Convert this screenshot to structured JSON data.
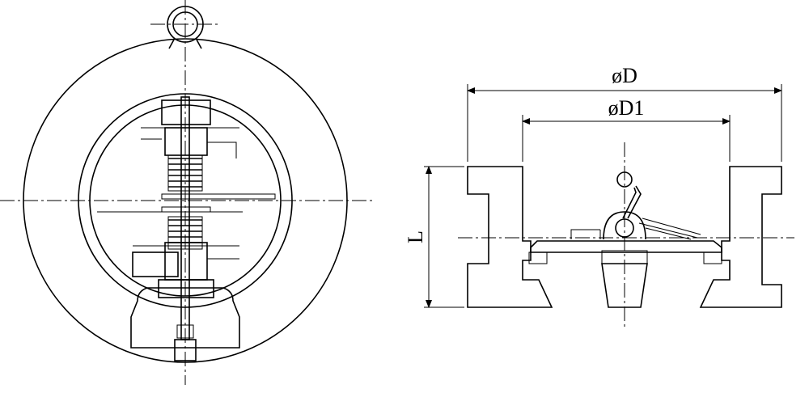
{
  "title": "",
  "front_view": {
    "annotations": []
  },
  "section_view": {
    "dimensions": {
      "outer_diameter": "øD",
      "inner_diameter": "øD1",
      "length": "L"
    }
  }
}
